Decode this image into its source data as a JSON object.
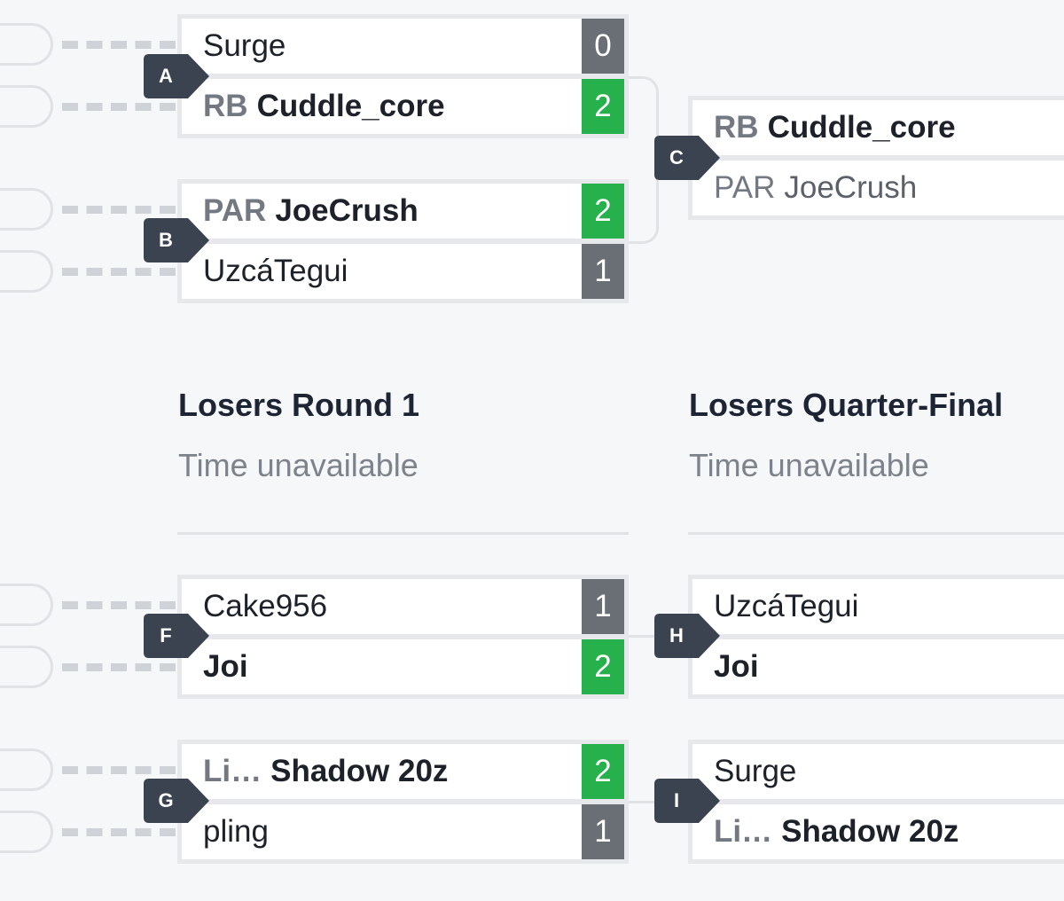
{
  "rounds": {
    "losers_r1": {
      "title": "Losers Round 1",
      "time": "Time unavailable"
    },
    "losers_qf": {
      "title": "Losers Quarter-Final",
      "time": "Time unavailable"
    }
  },
  "matches": {
    "A": {
      "label": "A",
      "top": {
        "prefix": "",
        "name": "Surge",
        "score": "0",
        "win": false
      },
      "bot": {
        "prefix": "RB",
        "name": "Cuddle_core",
        "score": "2",
        "win": true
      }
    },
    "B": {
      "label": "B",
      "top": {
        "prefix": "PAR",
        "name": "JoeCrush",
        "score": "2",
        "win": true
      },
      "bot": {
        "prefix": "",
        "name": "UzcáTegui",
        "score": "1",
        "win": false
      }
    },
    "C": {
      "label": "C",
      "top": {
        "prefix": "RB",
        "name": "Cuddle_core"
      },
      "bot": {
        "prefix": "PAR",
        "name": "JoeCrush"
      }
    },
    "F": {
      "label": "F",
      "top": {
        "prefix": "",
        "name": "Cake956",
        "score": "1",
        "win": false
      },
      "bot": {
        "prefix": "",
        "name": "Joi",
        "score": "2",
        "win": true
      }
    },
    "G": {
      "label": "G",
      "top": {
        "prefix": "Li…",
        "name": "Shadow 20z",
        "score": "2",
        "win": true
      },
      "bot": {
        "prefix": "",
        "name": "pling",
        "score": "1",
        "win": false
      }
    },
    "H": {
      "label": "H",
      "top": {
        "prefix": "",
        "name": "UzcáTegui"
      },
      "bot": {
        "prefix": "",
        "name": "Joi"
      }
    },
    "I": {
      "label": "I",
      "top": {
        "prefix": "",
        "name": "Surge"
      },
      "bot": {
        "prefix": "Li…",
        "name": "Shadow 20z"
      }
    }
  },
  "colors": {
    "win": "#27b14c",
    "loss": "#6a6f76",
    "badge": "#3b4250",
    "background": "#f6f7f9"
  }
}
